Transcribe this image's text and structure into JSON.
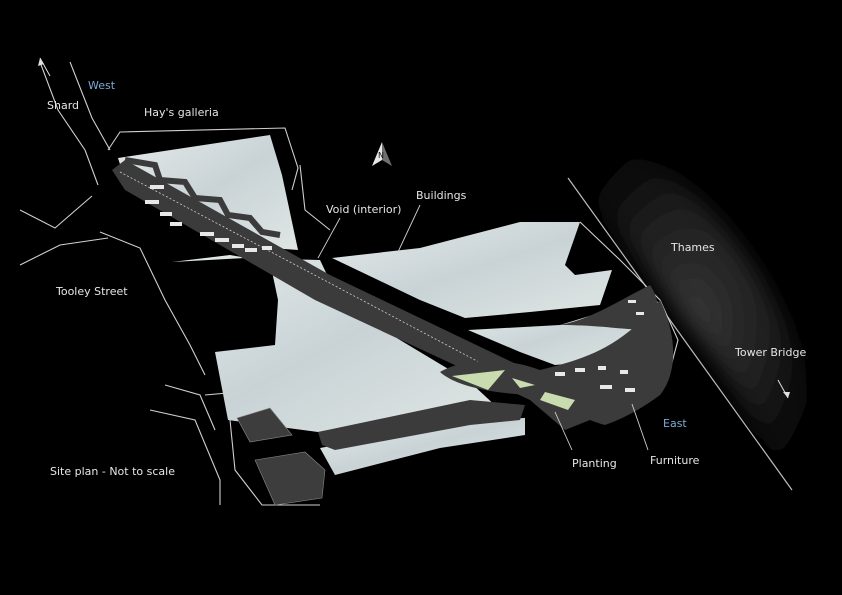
{
  "labels": {
    "west": "West",
    "shard": "Shard",
    "hays_galleria": "Hay's galleria",
    "tooley_street": "Tooley Street",
    "site_plan": "Site plan - Not to scale",
    "void": "Void (interior)",
    "buildings": "Buildings",
    "thames": "Thames",
    "tower_bridge": "Tower Bridge",
    "east": "East",
    "planting": "Planting",
    "furniture": "Furniture",
    "north": "N"
  },
  "colors": {
    "background": "#000000",
    "buildings": "#d2dbdb",
    "path": "#3b3b3b",
    "planting": "#c9dcb0",
    "label_text": "#e6e6e6",
    "compass_label": "#7fa9d6"
  },
  "icons": {
    "compass": "north-arrow-icon",
    "arrow_west": "arrow-up-left-icon",
    "arrow_east": "arrow-down-right-icon"
  }
}
